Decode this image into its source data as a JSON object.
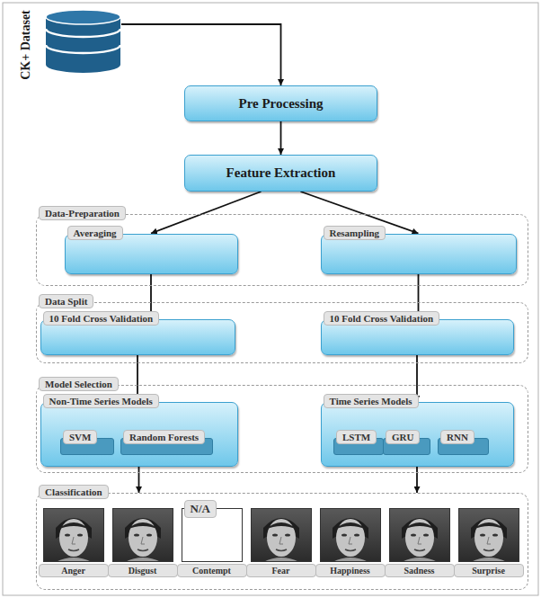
{
  "diagram": {
    "nodes": [
      {
        "text": [
          "CK+ Dataset"
        ]
      },
      {
        "text": [
          "Pre Processing"
        ]
      },
      {
        "text": [
          "Feature Extraction"
        ]
      },
      {
        "text": [
          "Data-Preparation"
        ]
      },
      {
        "text": [
          "Averaging"
        ],
        "in": 3
      },
      {
        "text": [
          "Resampling"
        ],
        "in": 3
      },
      {
        "text": [
          "Data Split"
        ]
      },
      {
        "text": [
          "10 Fold Cross Validation"
        ],
        "in": 6
      },
      {
        "text": [
          "10 Fold Cross Validation"
        ],
        "in": 6
      },
      {
        "text": [
          "Model Selection"
        ]
      },
      {
        "text": [
          "Non-Time Series Models"
        ],
        "in": 9
      },
      {
        "text": [
          "SVM"
        ],
        "in": 10
      },
      {
        "text": [
          "Random Forests"
        ],
        "in": 10
      },
      {
        "text": [
          "Time Series Models"
        ],
        "in": 9
      },
      {
        "text": [
          "LSTM"
        ],
        "in": 13
      },
      {
        "text": [
          "GRU"
        ],
        "in": 13
      },
      {
        "text": [
          "RNN"
        ],
        "in": 13
      },
      {
        "text": [
          "Classification"
        ]
      },
      {
        "text": [
          "Anger"
        ],
        "in": 17
      },
      {
        "text": [
          "Disgust"
        ],
        "in": 17
      },
      {
        "text": [
          "N/A",
          "Contempt"
        ],
        "in": 17
      },
      {
        "text": [
          "Fear"
        ],
        "in": 17
      },
      {
        "text": [
          "Happiness"
        ],
        "in": 17
      },
      {
        "text": [
          "Sadness"
        ],
        "in": 17
      },
      {
        "text": [
          "Surprise"
        ],
        "in": 17
      }
    ],
    "edges": [
      {
        "from": 0,
        "to": 1,
        "arrow": "to"
      },
      {
        "from": 1,
        "to": 2,
        "arrow": "to"
      },
      {
        "from": 2,
        "to": 4,
        "arrow": "to"
      },
      {
        "from": 2,
        "to": 5,
        "arrow": "to"
      },
      {
        "from": 4,
        "to": 7,
        "arrow": "to"
      },
      {
        "from": 5,
        "to": 8,
        "arrow": "to"
      },
      {
        "from": 7,
        "to": 10,
        "arrow": "to"
      },
      {
        "from": 8,
        "to": 13,
        "arrow": "to"
      },
      {
        "from": 10,
        "to": 17,
        "arrow": "to"
      },
      {
        "from": 13,
        "to": 17,
        "arrow": "to"
      }
    ]
  }
}
